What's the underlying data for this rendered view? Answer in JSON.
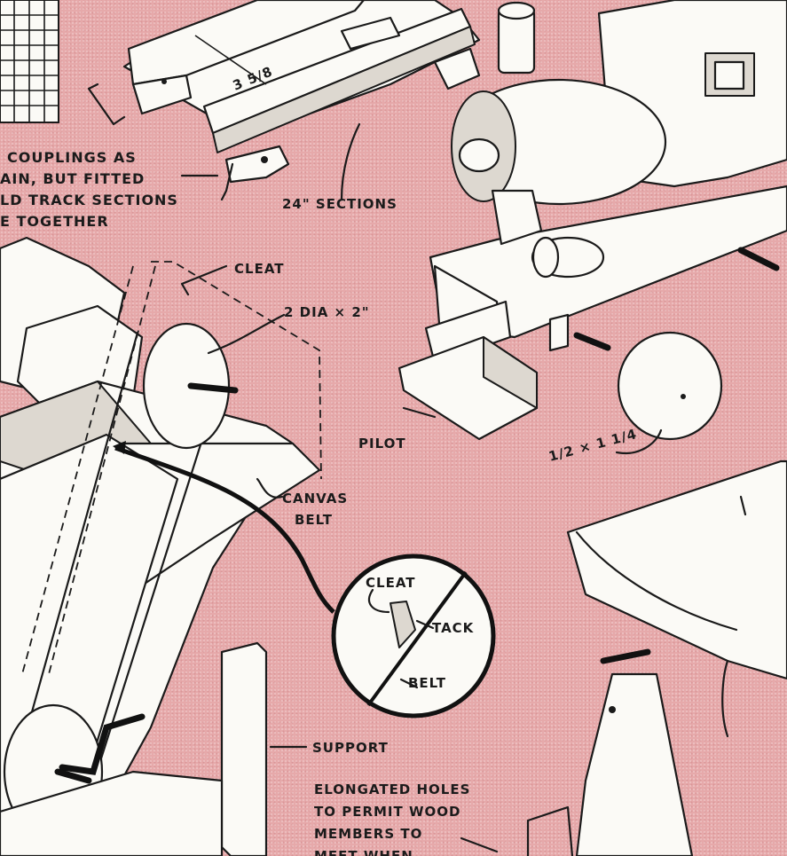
{
  "labels": {
    "couplings_line1": "COUPLINGS AS",
    "couplings_line2": "AIN, BUT FITTED",
    "couplings_line3": "LD TRACK SECTIONS",
    "couplings_line4": "E TOGETHER",
    "dim_track_width": "3 5/8",
    "sections": "24\" SECTIONS",
    "cleat_top": "CLEAT",
    "pulley_dim": "2 DIA × 2\"",
    "canvas_line1": "CANVAS",
    "canvas_line2": "BELT",
    "pilot": "PILOT",
    "wheel_dim": "1/2 × 1 1/4",
    "detail_cleat": "CLEAT",
    "detail_tack": "TACK",
    "detail_belt": "BELT",
    "support": "SUPPORT",
    "holes_line1": "ELONGATED HOLES",
    "holes_line2": "TO PERMIT WOOD",
    "holes_line3": "MEMBERS TO",
    "holes_line4": "MEET WHEN"
  },
  "colors": {
    "background": "#e6a9aa",
    "ink": "#1a1a1a",
    "wood": "#fbfaf6"
  }
}
